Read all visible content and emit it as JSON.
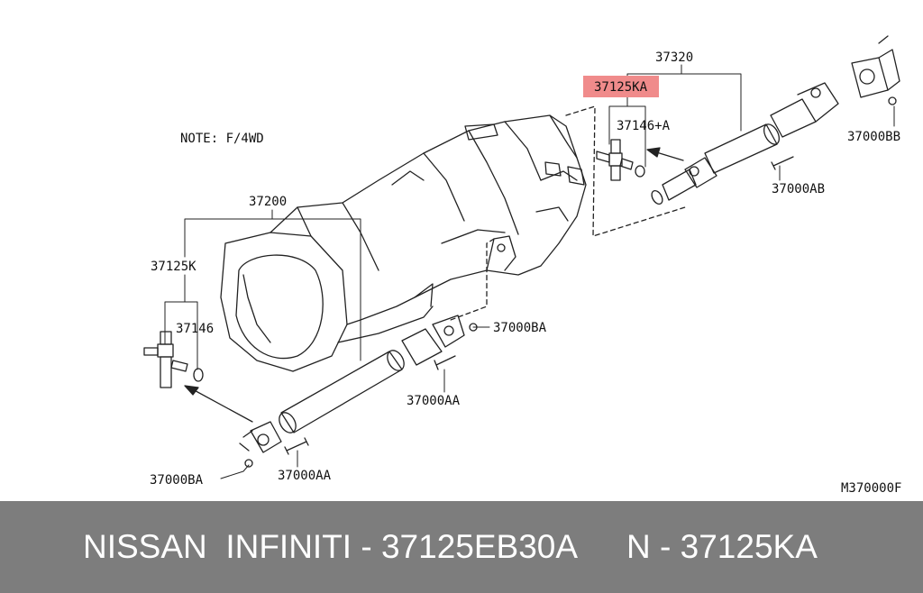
{
  "note": "NOTE: F/4WD",
  "drawing_id": "M370000F",
  "callouts": {
    "assy_front": "37200",
    "assy_rear": "37320",
    "joint_front": "37125K",
    "joint_rear": "37125KA",
    "bearing_front": "37146",
    "bearing_rear": "37146+A",
    "nut_front_lower": "37000BA",
    "nut_front_upper": "37000BA",
    "bolt_front_lower": "37000AA",
    "bolt_front_upper": "37000AA",
    "bolt_rear": "37000AB",
    "nut_rear": "37000BB"
  },
  "highlight_color": "#f08b8b",
  "footer": {
    "left": "NISSAN  INFINITI - 37125EB30A",
    "right": "N - 37125KA"
  }
}
